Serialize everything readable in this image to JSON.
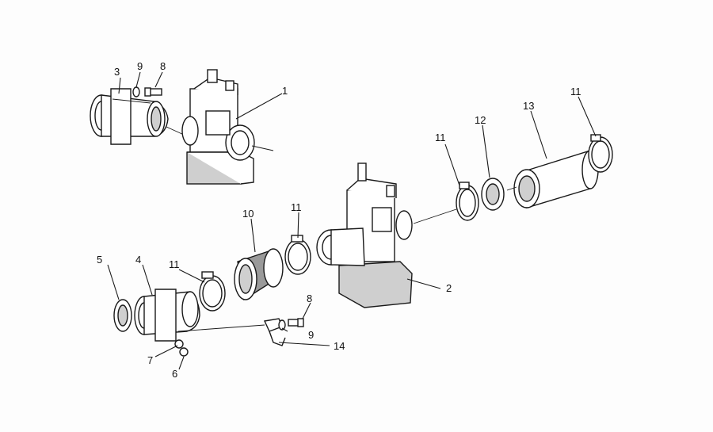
{
  "callouts": [
    {
      "id": "c1",
      "text": "1"
    },
    {
      "id": "c2",
      "text": "2"
    },
    {
      "id": "c3",
      "text": "3"
    },
    {
      "id": "c4",
      "text": "4"
    },
    {
      "id": "c5",
      "text": "5"
    },
    {
      "id": "c6",
      "text": "6"
    },
    {
      "id": "c7",
      "text": "7"
    },
    {
      "id": "c8a",
      "text": "8"
    },
    {
      "id": "c8b",
      "text": "8"
    },
    {
      "id": "c9a",
      "text": "9"
    },
    {
      "id": "c9b",
      "text": "9"
    },
    {
      "id": "c10",
      "text": "10"
    },
    {
      "id": "c11a",
      "text": "11"
    },
    {
      "id": "c11b",
      "text": "11"
    },
    {
      "id": "c11c",
      "text": "11"
    },
    {
      "id": "c11d",
      "text": "11"
    },
    {
      "id": "c12",
      "text": "12"
    },
    {
      "id": "c13",
      "text": "13"
    },
    {
      "id": "c14",
      "text": "14"
    }
  ]
}
